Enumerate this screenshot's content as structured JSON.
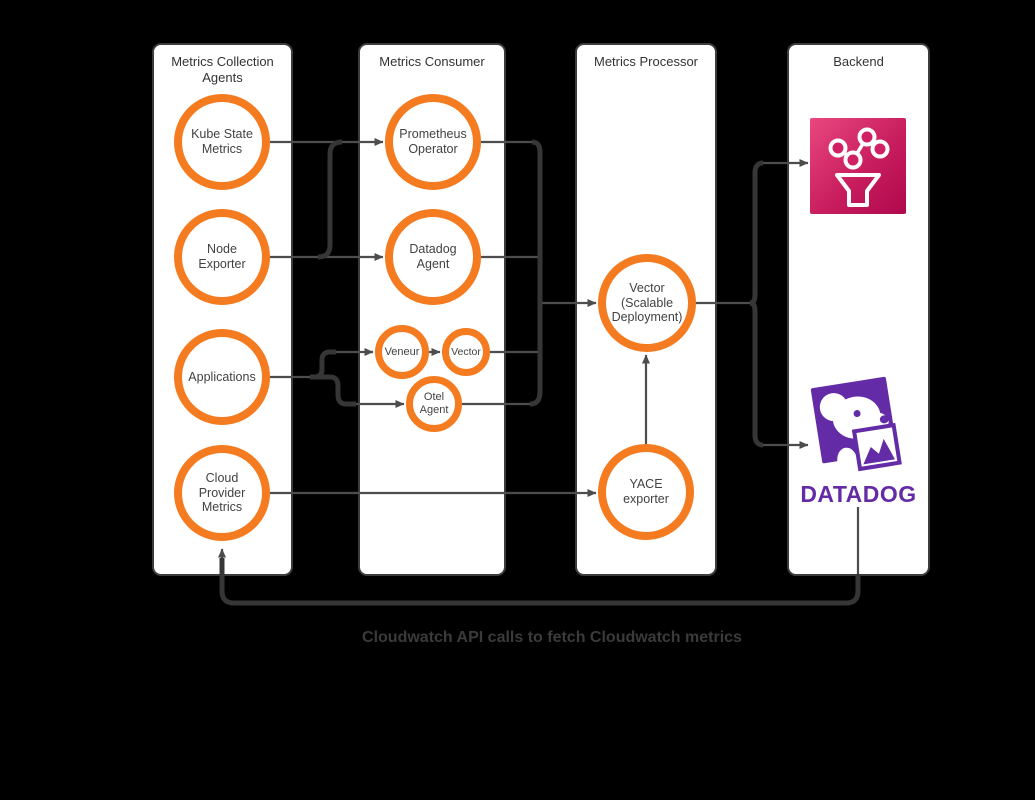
{
  "diagram": {
    "caption": "Cloudwatch API calls to fetch Cloudwatch metrics",
    "columns": {
      "agents": {
        "title": "Metrics Collection Agents"
      },
      "consumer": {
        "title": "Metrics Consumer"
      },
      "processor": {
        "title": "Metrics Processor"
      },
      "backend": {
        "title": "Backend"
      }
    },
    "nodes": {
      "kube_state_metrics": {
        "label": "Kube State Metrics"
      },
      "node_exporter": {
        "label": "Node Exporter"
      },
      "applications": {
        "label": "Applications"
      },
      "cloud_provider_metrics": {
        "label": "Cloud Provider Metrics"
      },
      "prometheus_operator": {
        "label": "Prometheus Operator"
      },
      "datadog_agent": {
        "label": "Datadog Agent"
      },
      "veneur": {
        "label": "Veneur"
      },
      "vector": {
        "label": "Vector"
      },
      "otel_agent": {
        "label": "Otel Agent"
      },
      "vector_scalable": {
        "label": "Vector (Scalable Deployment)"
      },
      "yace_exporter": {
        "label": "YACE exporter"
      }
    },
    "backend_items": {
      "amazon_managed_prometheus": {
        "icon": "aws-managed-prometheus-icon"
      },
      "datadog": {
        "icon": "datadog-dog-icon",
        "wordmark": "DATADOG"
      }
    },
    "colors": {
      "node_ring": "#F47B20",
      "edge": "#4D4D4D",
      "edge_trunk": "#363636",
      "panel_fill": "#FFFFFF",
      "panel_border": "#3C3C3C",
      "datadog_purple": "#632CA6",
      "aws_gradient_start": "#E9477F",
      "aws_gradient_end": "#B0084D",
      "label_text": "#424242",
      "caption_text": "#3B3B3B",
      "background": "#000000"
    }
  }
}
